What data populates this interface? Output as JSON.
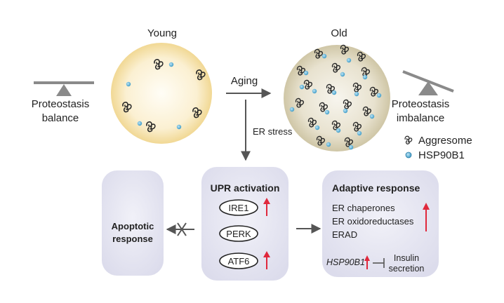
{
  "labels": {
    "young": "Young",
    "old": "Old",
    "aging": "Aging",
    "er_stress": "ER stress",
    "balance_line1": "Proteostasis",
    "balance_line2": "balance",
    "imbalance_line1": "Proteostasis",
    "imbalance_line2": "imbalance"
  },
  "legend": {
    "aggresome": "Aggresome",
    "hsp90b1": "HSP90B1"
  },
  "upr": {
    "title": "UPR activation",
    "sensors": [
      "IRE1",
      "PERK",
      "ATF6"
    ]
  },
  "apoptotic": {
    "line1": "Apoptotic",
    "line2": "response"
  },
  "adaptive": {
    "title": "Adaptive response",
    "items": [
      "ER chaperones",
      "ER oxidoreductases",
      "ERAD"
    ],
    "gene": "HSP90B1",
    "insulin_line1": "Insulin",
    "insulin_line2": "secretion"
  },
  "colors": {
    "young_cell": "#f4dea4",
    "old_cell": "#d8d0b4",
    "panel": "#e6e6f2",
    "panel_dark": "#dcdcec",
    "hsp_dot": "#5aaed6",
    "up_arrow": "#e0283c",
    "arrow": "#555555",
    "seesaw": "#8a8a8a"
  },
  "icons": {
    "aggresome": "squiggle-icon",
    "hsp90b1": "blue-dot-icon",
    "up": "red-up-arrow-icon",
    "blocked": "cross-arrow-icon"
  }
}
